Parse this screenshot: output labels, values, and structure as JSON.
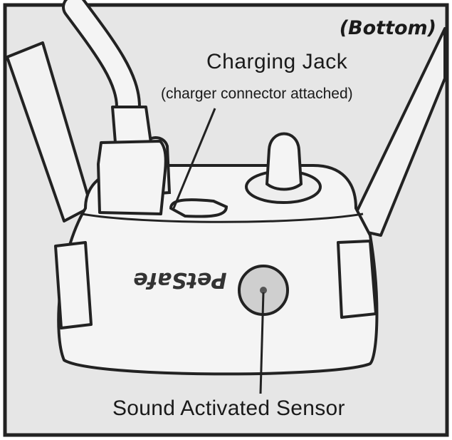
{
  "view_label": "(Bottom)",
  "charging_jack": {
    "title": "Charging Jack",
    "note": "(charger connector attached)"
  },
  "sensor": {
    "title": "Sound Activated Sensor"
  },
  "brand": "PetSafe",
  "colors": {
    "background": "#e6e6e6",
    "outline": "#222222",
    "device_body": "#f4f4f4",
    "text": "#1a1a1a"
  }
}
